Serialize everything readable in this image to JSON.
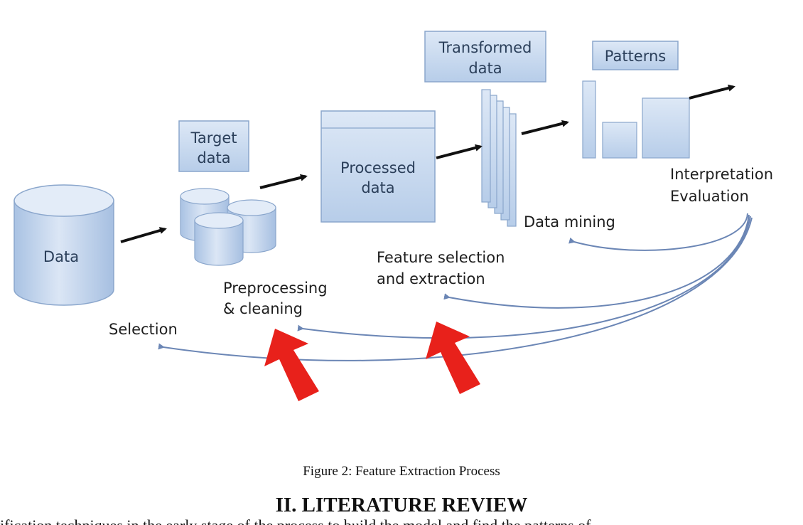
{
  "diagram": {
    "nodes": {
      "data": "Data",
      "target_line1": "Target",
      "target_line2": "data",
      "processed_line1": "Processed",
      "processed_line2": "data",
      "transformed_line1": "Transformed",
      "transformed_line2": "data",
      "patterns": "Patterns"
    },
    "steps": {
      "selection": "Selection",
      "preprocessing_line1": "Preprocessing",
      "preprocessing_line2": "& cleaning",
      "feature_line1": "Feature selection",
      "feature_line2": "and extraction",
      "data_mining": "Data mining",
      "interpretation_line1": "Interpretation",
      "interpretation_line2": "Evaluation"
    },
    "colors": {
      "box_fill": "#c9daf0",
      "box_stroke": "#8aa6cc",
      "label_text": "#2b3f5a",
      "flow_arrow": "#111111",
      "feedback_arrow": "#6b86b5",
      "highlight_arrow": "#e8211b"
    }
  },
  "figure_caption": "Figure 2: Feature Extraction Process",
  "section_heading": "II. LITERATURE REVIEW",
  "body_text": "ification techniques in the early stage of the process to build the model and find the patterns of"
}
